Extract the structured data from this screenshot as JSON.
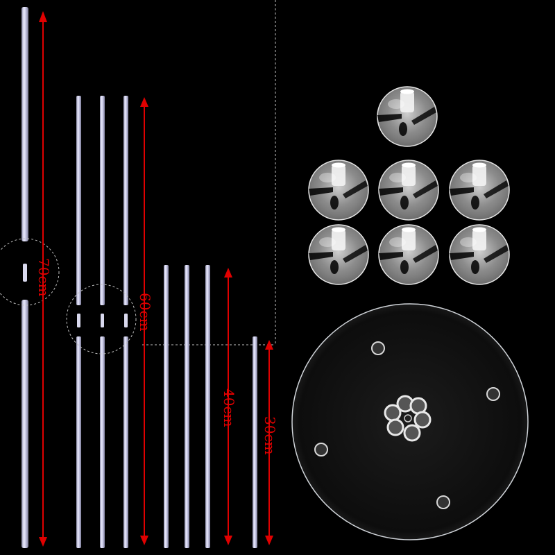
{
  "labels": {
    "rod_70": "70cm",
    "rod_60": "60cm",
    "rod_40": "40cm",
    "rod_30": "30cm"
  },
  "colors": {
    "background": "#000000",
    "rod": "#c9c9e6",
    "arrow": "#e00000",
    "guide": "#bfbfbf",
    "plate": "#cfd3d8"
  },
  "icons": {
    "cup": "balloon-cup-holder",
    "base": "round-clear-base-plate",
    "connector": "rod-connector"
  },
  "counts": {
    "rods_70": 1,
    "rods_60": 3,
    "rods_40": 3,
    "rods_30": 1,
    "cups": 7,
    "base_plates": 1
  }
}
